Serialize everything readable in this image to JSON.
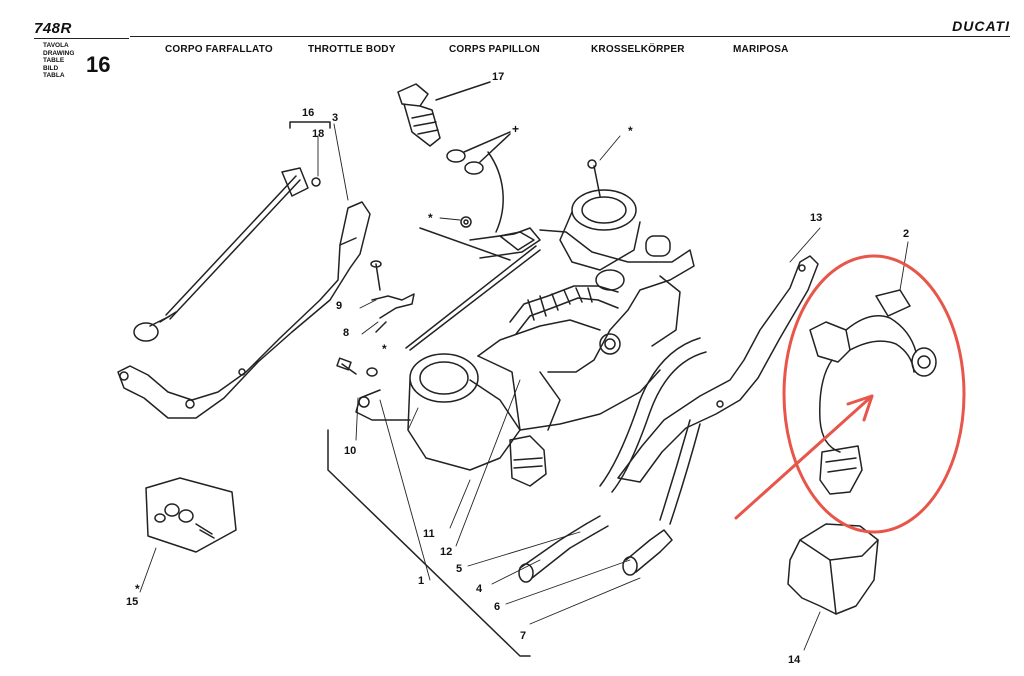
{
  "header": {
    "model": "748R",
    "brand": "DUCATI",
    "table_labels": [
      "TAVOLA",
      "DRAWING",
      "TABLE",
      "BILD",
      "TABLA"
    ],
    "table_number": "16",
    "titles": [
      "CORPO FARFALLATO",
      "THROTTLE BODY",
      "CORPS PAPILLON",
      "KROSSELKÖRPER",
      "MARIPOSA"
    ]
  },
  "callouts": [
    "1",
    "2",
    "3",
    "4",
    "5",
    "6",
    "7",
    "8",
    "9",
    "10",
    "11",
    "12",
    "13",
    "14",
    "15",
    "16",
    "17",
    "18"
  ],
  "asterisk": "*",
  "plus": "+",
  "annotation": {
    "color": "#e8554a",
    "target": "2"
  }
}
